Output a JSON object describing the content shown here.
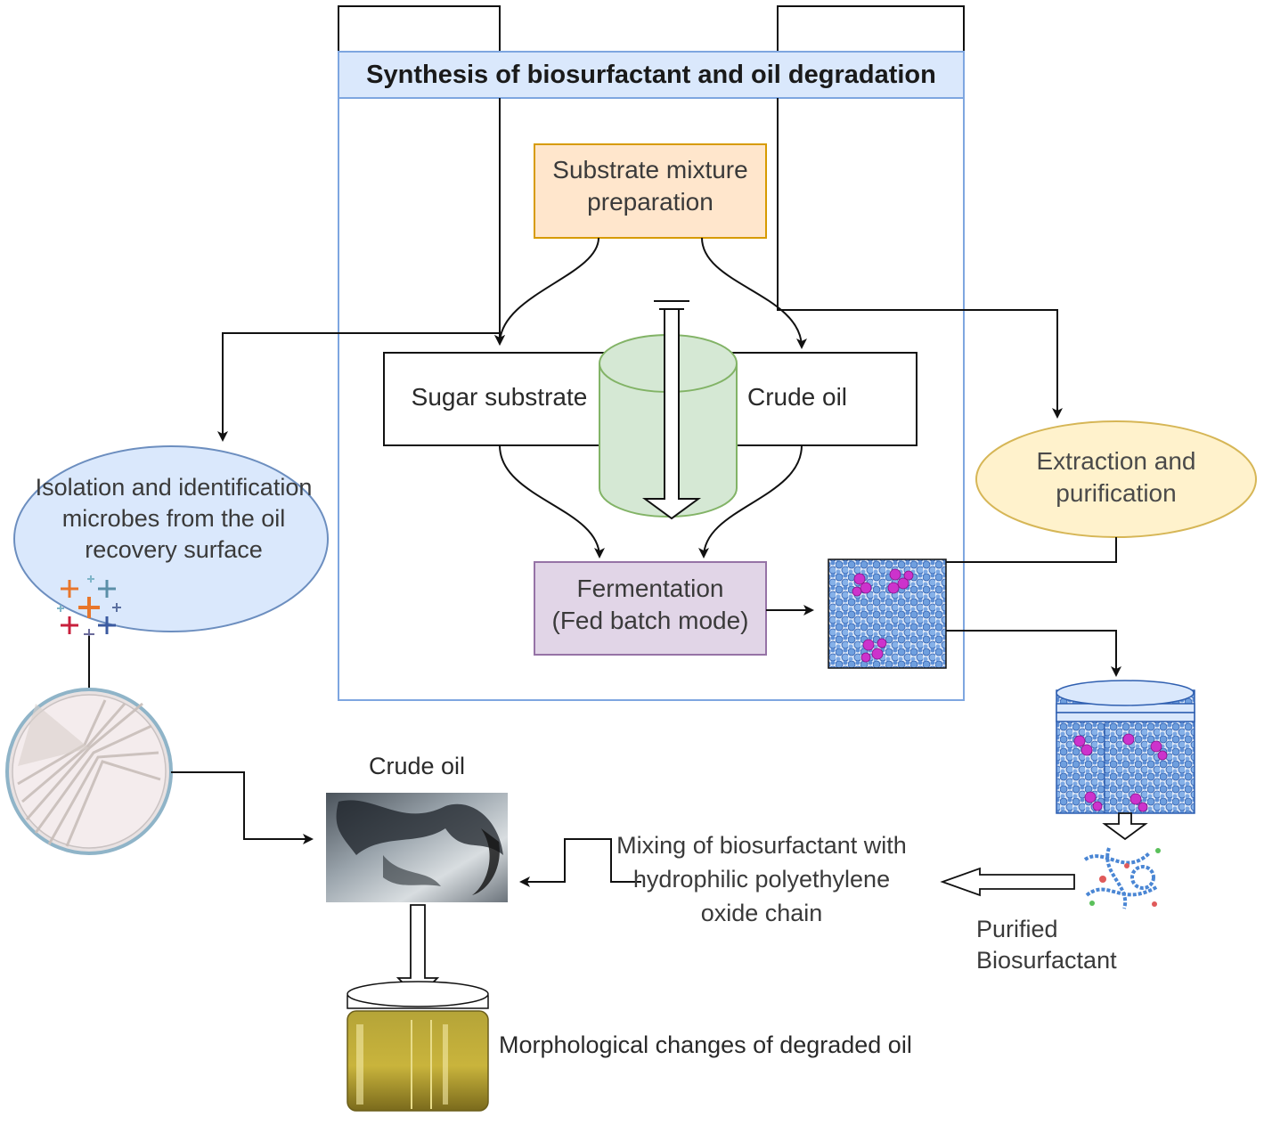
{
  "title": "Synthesis of biosurfactant and oil degradation",
  "nodes": {
    "substrate_mix": "Substrate mixture preparation",
    "sugar": "Sugar substrate",
    "crude_oil_box": "Crude oil",
    "fermentation_line1": "Fermentation",
    "fermentation_line2": "(Fed batch mode)",
    "extraction": "Extraction and purification",
    "isolation": "Isolation and identification microbes from the oil recovery surface",
    "crude_oil_photo_label": "Crude oil",
    "mixing": "Mixing of biosurfactant with hydrophilic polyethylene oxide chain",
    "purified": "Purified Biosurfactant",
    "morphological": "Morphological changes of degraded oil"
  },
  "colors": {
    "frame_border": "#7ea6e0",
    "title_fill": "#dae8fc",
    "substrate_fill": "#ffe6cc",
    "substrate_border": "#d79b00",
    "fermenter_fill": "#d5e8d4",
    "fermenter_border": "#82b366",
    "fermentation_fill": "#e1d5e7",
    "fermentation_border": "#9673a6",
    "extraction_fill": "#fff2cc",
    "extraction_border": "#d6b656",
    "isolation_fill": "#dae8fc",
    "isolation_border": "#6c8ebf"
  }
}
